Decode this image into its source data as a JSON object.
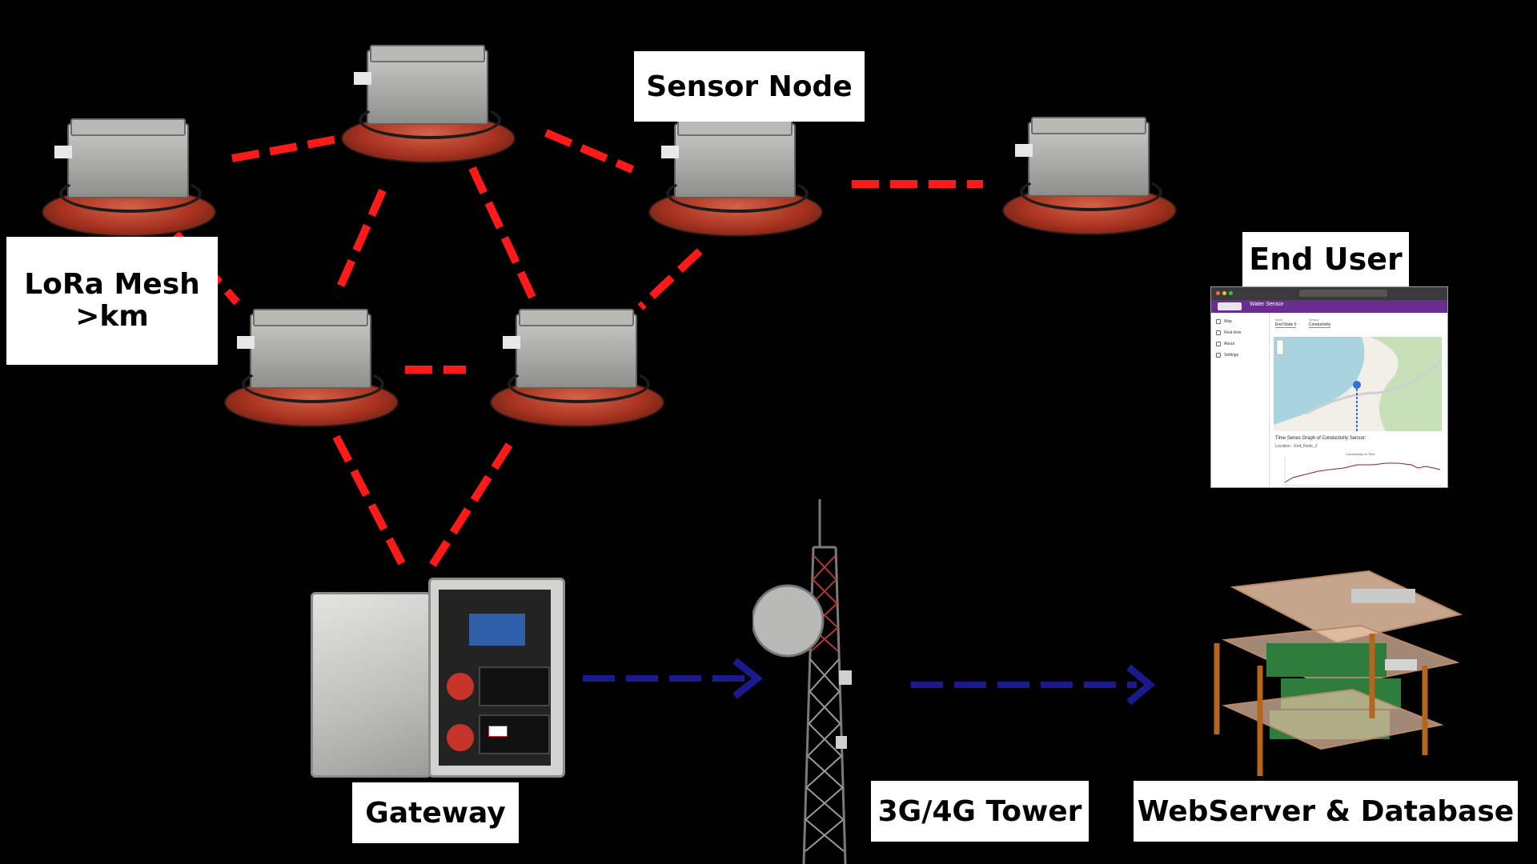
{
  "labels": {
    "sensor_node": "Sensor Node",
    "lora_line1": "LoRa Mesh",
    "lora_line2": ">km",
    "end_user": "End User",
    "gateway": "Gateway",
    "tower": "3G/4G Tower",
    "webserver": "WebServer & Database"
  },
  "colors": {
    "lora_link": "#ff1a1a",
    "cellular_link": "#1a1a8c",
    "background": "#000000",
    "app_header": "#6a2c91"
  },
  "browser": {
    "app_title": "Water Sensor",
    "nav": [
      "Map",
      "Real-time",
      "About",
      "Settings"
    ],
    "node_select_label": "Node",
    "node_select_value": "End Node 0",
    "sensor_select_label": "Sensor",
    "sensor_select_value": "Conductivity",
    "graph_title": "Time Series Graph of Conductivity Sensor:",
    "graph_location": "Location - End_Node_2",
    "graph_inner_title": "Conductivity vs Time"
  }
}
